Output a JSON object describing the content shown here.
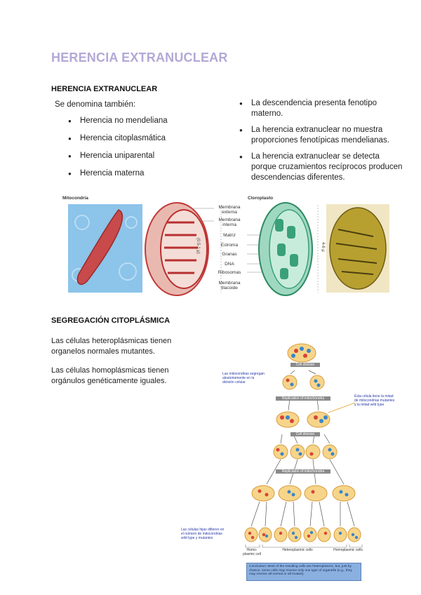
{
  "title": "HERENCIA EXTRANUCLEAR",
  "section1": {
    "heading": "HERENCIA EXTRANUCLEAR",
    "intro": "Se denomina también:",
    "left_items": [
      "Herencia no mendeliana",
      "Herencia citoplasmática",
      "Herencia uniparental",
      "Herencia materna"
    ],
    "right_items": [
      "La descendencia presenta fenotipo materno.",
      "La herencia extranuclear no muestra proporciones fenotípicas mendelianas.",
      "La herencia extranuclear se detecta porque cruzamientos recíprocos producen descendencias diferentes."
    ]
  },
  "figure1": {
    "mito_title": "Mitocondria",
    "chloro_title": "Cloroplasto",
    "mito_labels": [
      "Membrana externa",
      "Membrana interna",
      "Matriz",
      "Estroma",
      "Granas",
      "DNA",
      "Ribosomas",
      "Membrana tilacoide"
    ],
    "mito_size": "(0.5-1 μ)",
    "chloro_size": "4-6 μ"
  },
  "section2": {
    "heading": "SEGREGACIÓN CITOPLÁSMICA",
    "p1": "Las células heteroplásmicas tienen organelos normales mutantes.",
    "p2": "Las células homoplásmicas tienen orgánulos genéticamente iguales."
  },
  "diagram": {
    "step1": "Cell division",
    "step2": "Replication of mitochondria",
    "step3": "Cell division",
    "step4": "Replication of mitochondria",
    "note_left": "Las mitocondrias segregan aleatoriamente en la división celular",
    "note_right": "Esta célula tiene la mitad de mitocondrias mutantes y la mitad wild type",
    "note_bottom_left": "Las células hijas difieren en el número de mitocondrias wild type y mutantes",
    "bottom_labels": [
      "Homo-plasmic cell",
      "Heteroplasmic cells",
      "Homoplasmic cells"
    ],
    "conclusion": "Conclusion: Most of the resulting cells are heteroplasmic, but, just by chance, some cells may receive only one type of organelle (e.g., they may receive all normal or all mutant)."
  },
  "colors": {
    "title": "#b3a8d6",
    "mito_red": "#c23a3a",
    "chloro_green": "#3aa07a",
    "diagram_label_bg": "#8a8a8a",
    "note_blue": "#2a3aa8",
    "conclusion_bg": "#8ab0e0"
  }
}
